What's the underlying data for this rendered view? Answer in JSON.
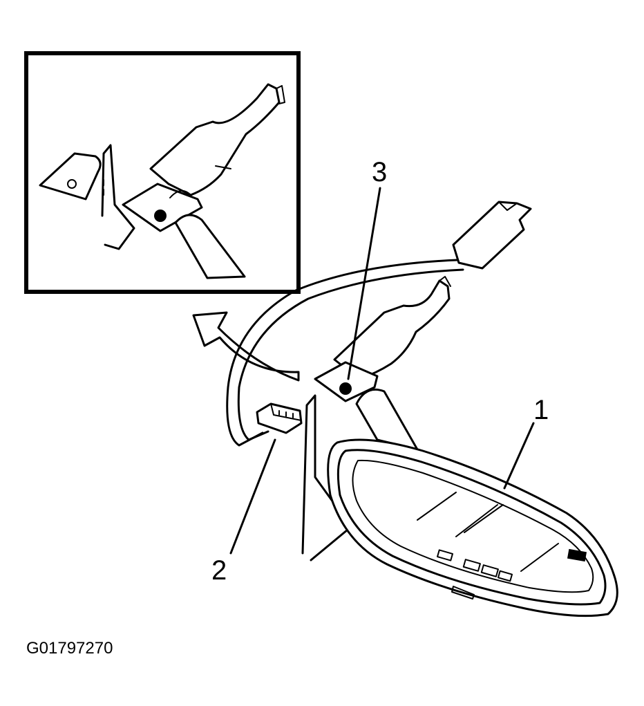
{
  "callouts": {
    "mirror": "1",
    "connector": "2",
    "screw": "3"
  },
  "figure_id": "G01797270"
}
